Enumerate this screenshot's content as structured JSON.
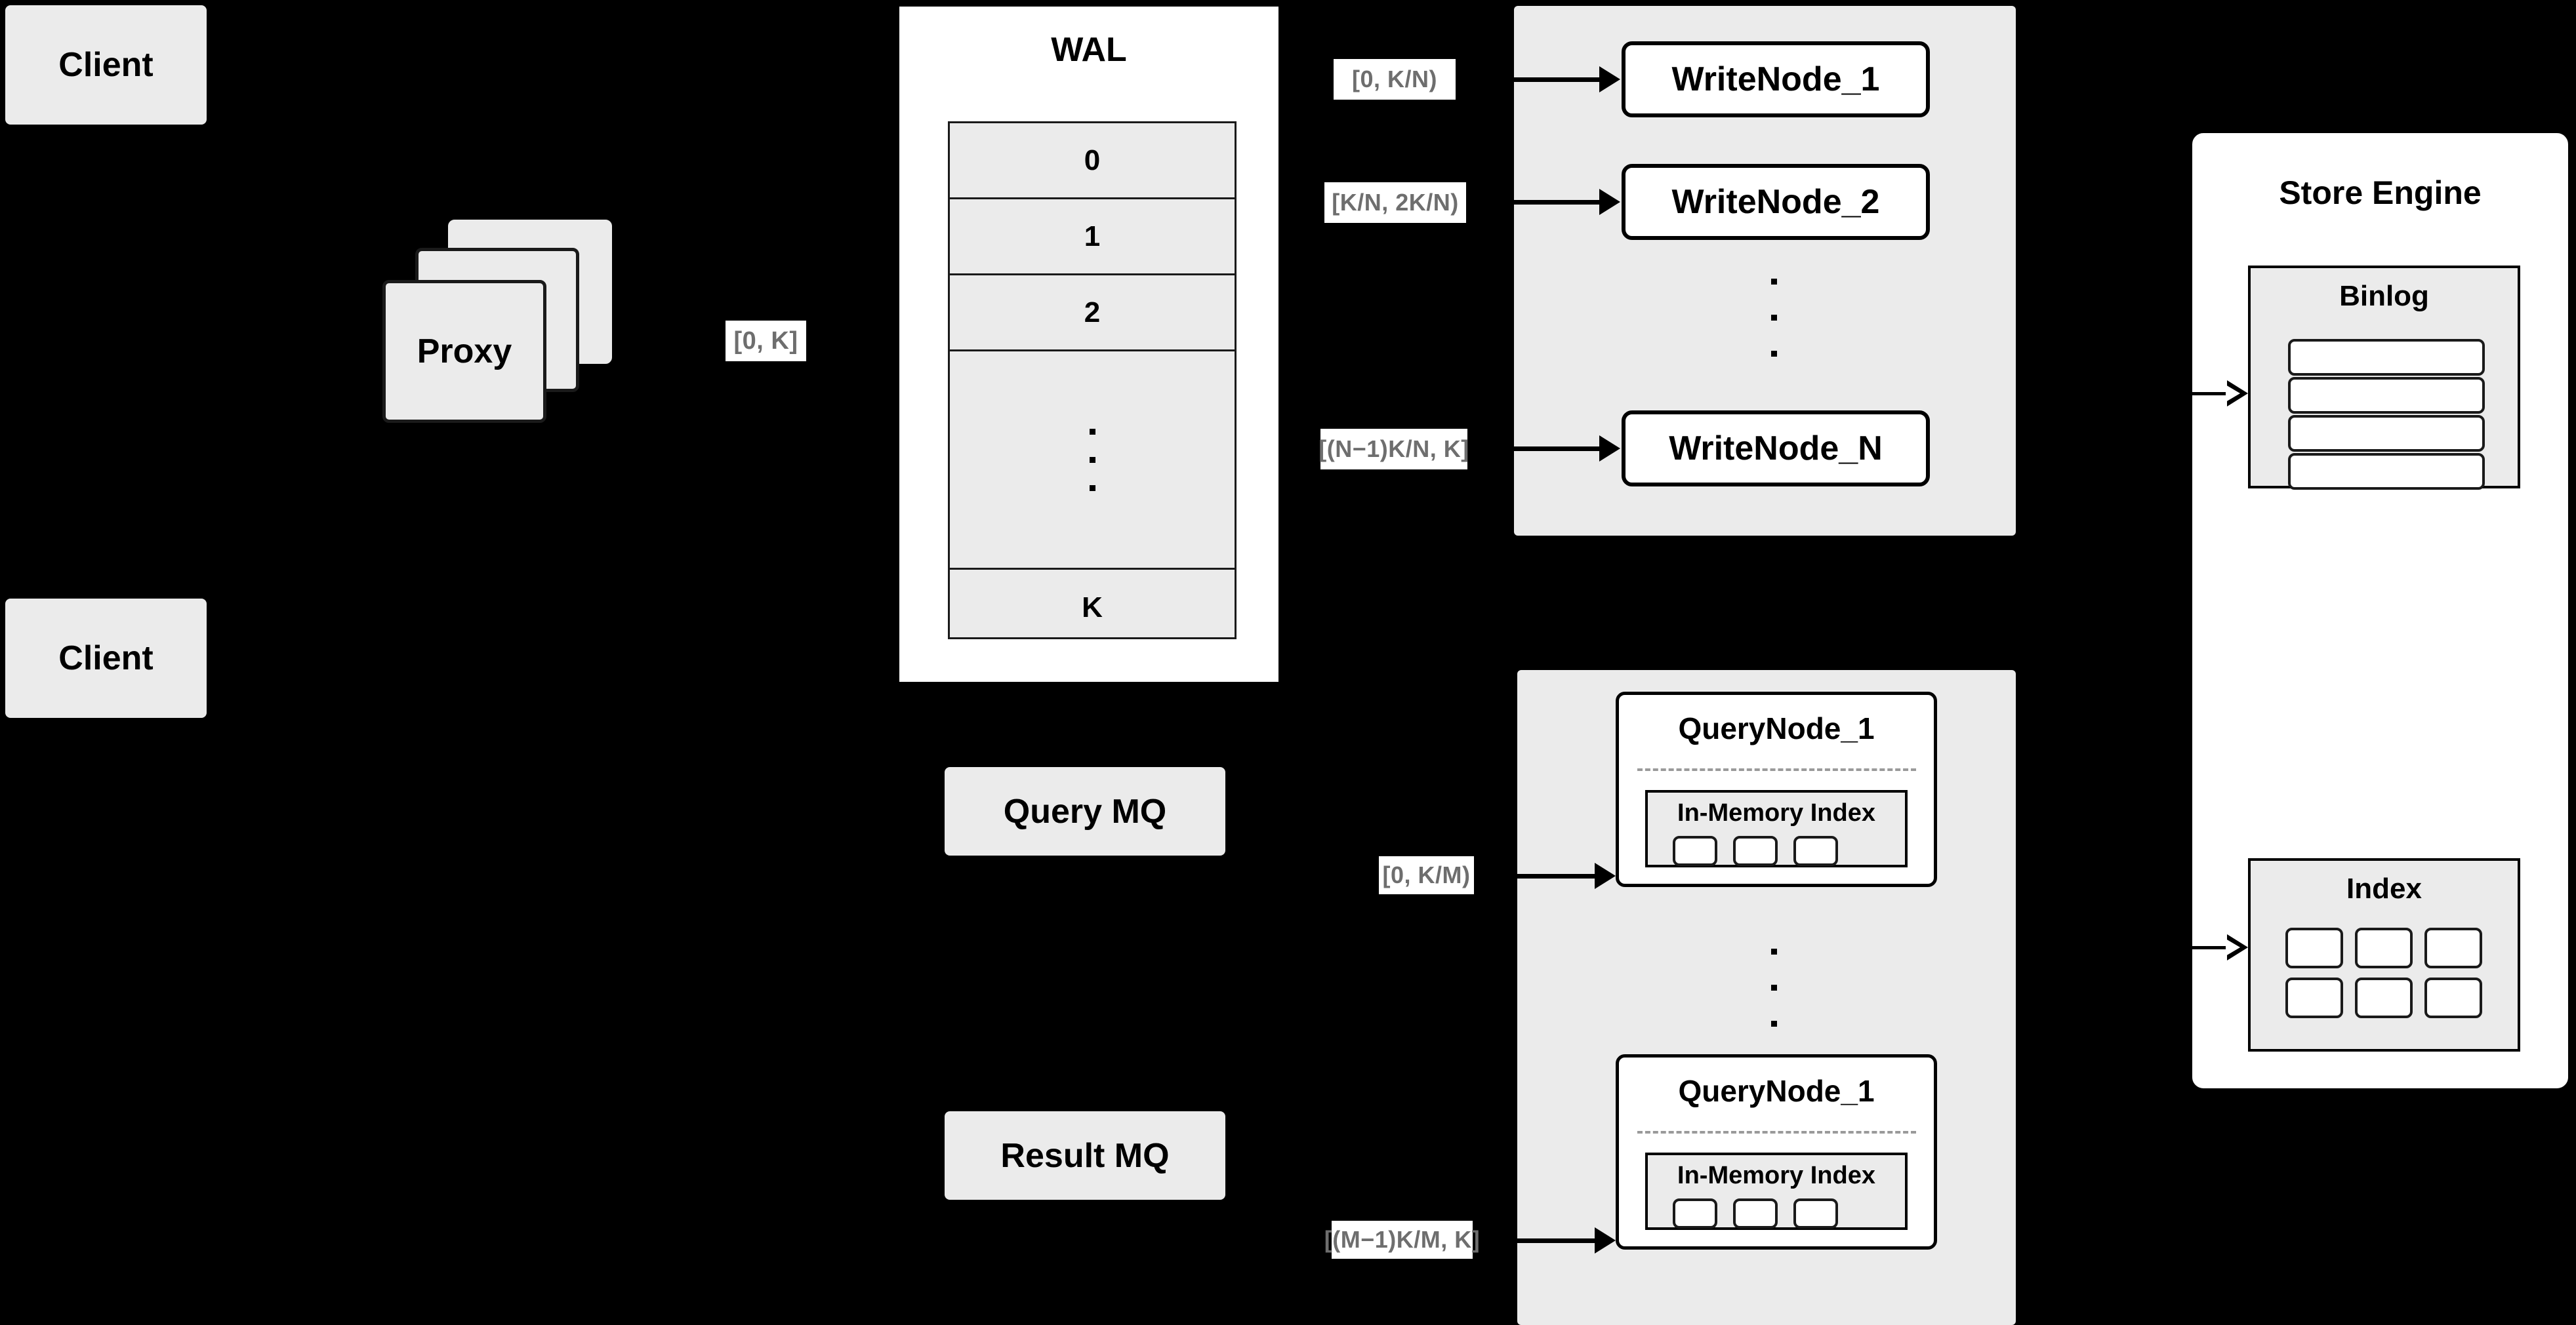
{
  "diagram": {
    "title": "Distributed write/query architecture",
    "background_color": "#000000",
    "accent_gray": "#ebebeb",
    "label_text_color": "#6e6e6e"
  },
  "clients": [
    {
      "label": "Client"
    },
    {
      "label": "Client"
    }
  ],
  "proxy": {
    "label": "Proxy",
    "stack_count": 3
  },
  "proxy_range_label": {
    "text": "[0, K]"
  },
  "wal": {
    "title": "WAL",
    "rows": [
      "0",
      "1",
      "2",
      "·",
      "K"
    ],
    "dots_row_index": 3,
    "dot_count": 3
  },
  "write_cluster": {
    "nodes": [
      {
        "label": "WriteNode_1",
        "range": "[0,  K/N)"
      },
      {
        "label": "WriteNode_2",
        "range": "[K/N, 2K/N)"
      },
      {
        "label": "WriteNode_N",
        "range": "[(N−1)K/N,  K]"
      }
    ],
    "ellipsis_dots": 3
  },
  "message_queues": [
    {
      "label": "Query MQ"
    },
    {
      "label": "Result MQ"
    }
  ],
  "query_cluster": {
    "nodes": [
      {
        "label": "QueryNode_1",
        "range": "[0, K/M)",
        "index": {
          "title": "In-Memory Index",
          "cell_count": 3
        }
      },
      {
        "label": "QueryNode_1",
        "range": "[(M−1)K/M, K]",
        "index": {
          "title": "In-Memory Index",
          "cell_count": 3
        }
      }
    ],
    "ellipsis_dots": 3
  },
  "store_engine": {
    "title": "Store Engine",
    "binlog": {
      "title": "Binlog",
      "bar_count": 4
    },
    "index": {
      "title": "Index",
      "cell_count": 6,
      "cols": 3,
      "rows": 2
    }
  }
}
